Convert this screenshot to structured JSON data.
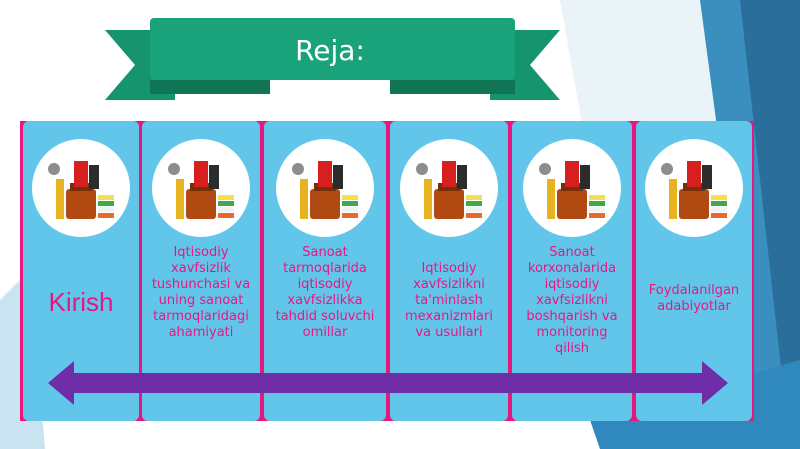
{
  "slide": {
    "title": "Reja:",
    "colors": {
      "ribbon": "#1aa37a",
      "card": "#62c6eb",
      "border": "#e8177f",
      "text": "#e8177f",
      "arrow": "#6f2da8"
    },
    "items": [
      {
        "label": "Kirish",
        "icon": "school-supplies-icon"
      },
      {
        "label": "Iqtisodiy xavfsizlik tushunchasi va uning sanoat tarmoqlaridagi ahamiyati",
        "icon": "school-supplies-icon"
      },
      {
        "label": "Sanoat tarmoqlarida iqtisodiy xavfsizlikka tahdid soluvchi omillar",
        "icon": "school-supplies-icon"
      },
      {
        "label": "Iqtisodiy xavfsizlikni ta'minlash mexanizmlari va usullari",
        "icon": "school-supplies-icon"
      },
      {
        "label": "Sanoat korxonalarida iqtisodiy xavfsizlikni boshqarish va monitoring qilish",
        "icon": "school-supplies-icon"
      },
      {
        "label": "Foydalanilgan adabiyotlar",
        "icon": "school-supplies-icon"
      }
    ]
  }
}
